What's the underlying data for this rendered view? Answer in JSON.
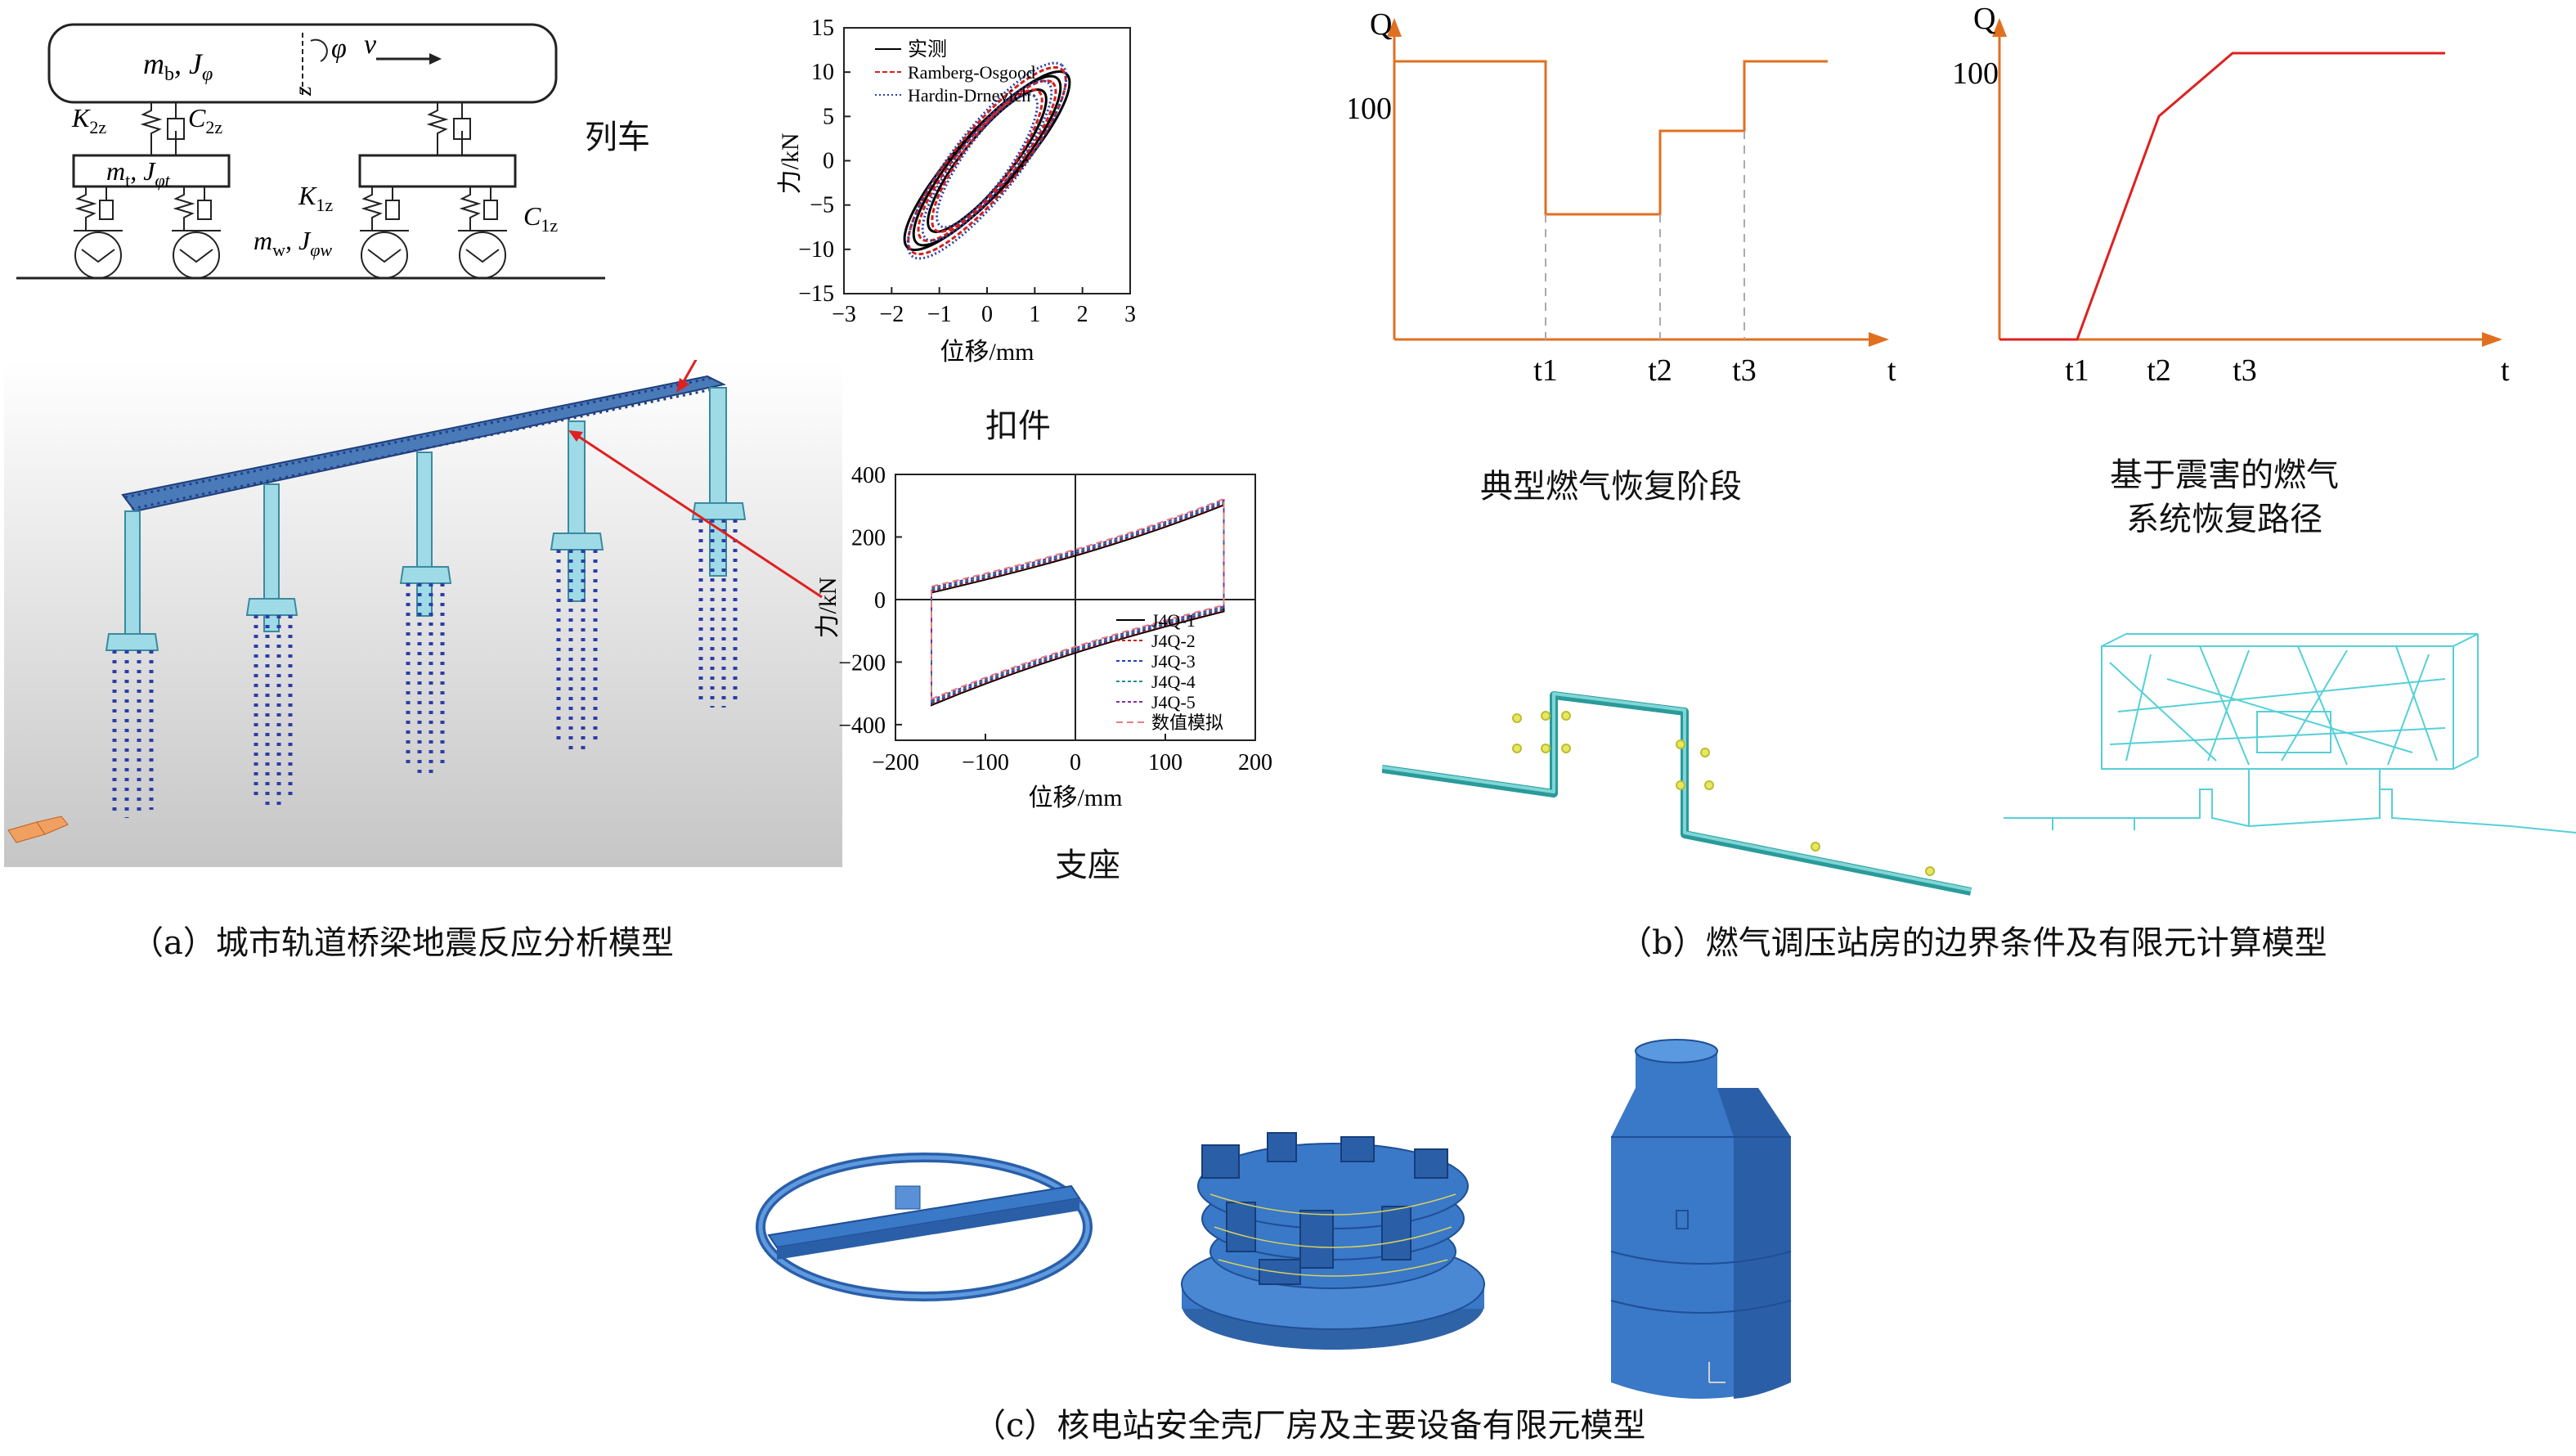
{
  "panel_a": {
    "caption": "（a）城市轨道桥梁地震反应分析模型",
    "train_label": "列车",
    "fastener_label": "扣件",
    "bearing_label": "支座",
    "train_model": {
      "body": "m_b, J_φ",
      "rot": "φ",
      "vel": "v",
      "z": "z",
      "k2": "K_2z",
      "c2": "C_2z",
      "bogie": "m_t, J_φt",
      "k1": "K_1z",
      "c1": "C_1z",
      "wheel": "m_w, J_φw"
    },
    "fastener_chart": {
      "type": "line",
      "xlabel": "位移/mm",
      "ylabel": "力/kN",
      "xlim": [
        -3,
        3
      ],
      "ylim": [
        -15,
        15
      ],
      "xticks": [
        "−3",
        "−2",
        "−1",
        "0",
        "1",
        "2",
        "3"
      ],
      "yticks": [
        "15",
        "10",
        "5",
        "0",
        "−5",
        "−10",
        "−15"
      ],
      "legend": [
        "实测",
        "Ramberg-Osgood",
        "Hardin-Drnevich"
      ],
      "colors": {
        "measured": "#000000",
        "ro": "#d42020",
        "hd": "#2a3fa8"
      },
      "series": [
        {
          "name": "实测",
          "loops": [
            [
              1.7,
              10
            ],
            [
              1.2,
              8
            ],
            [
              1.5,
              9.5
            ]
          ]
        },
        {
          "name": "Ramberg-Osgood",
          "loops": [
            [
              1.6,
              10.5
            ],
            [
              1.1,
              8
            ],
            [
              1.4,
              9
            ]
          ]
        },
        {
          "name": "Hardin-Drnevich",
          "loops": [
            [
              1.6,
              11
            ],
            [
              1.0,
              7.5
            ],
            [
              1.3,
              9
            ]
          ]
        }
      ]
    },
    "bearing_chart": {
      "type": "line",
      "xlabel": "位移/mm",
      "ylabel": "力/kN",
      "xlim": [
        -200,
        200
      ],
      "ylim": [
        -450,
        400
      ],
      "xticks": [
        "−200",
        "−100",
        "0",
        "100",
        "200"
      ],
      "yticks": [
        "400",
        "200",
        "0",
        "−200",
        "−400"
      ],
      "legend": [
        "J4Q-1",
        "J4Q-2",
        "J4Q-3",
        "J4Q-4",
        "J4Q-5",
        "数值模拟"
      ],
      "legend_colors": [
        "#000000",
        "#c02020",
        "#2040c0",
        "#209090",
        "#8030a0",
        "#e08080"
      ],
      "loop": {
        "x_min": -160,
        "x_max": 165,
        "y_min": -330,
        "y_max": 310
      }
    }
  },
  "panel_b": {
    "caption": "（b）燃气调压站房的边界条件及有限元计算模型",
    "chart_left": {
      "type": "line",
      "title": "典型燃气恢复阶段",
      "ylabel": "Q",
      "xlabel": "t",
      "y_tick": "100",
      "x_ticks": [
        "t1",
        "t2",
        "t3"
      ],
      "color": "#e07020",
      "steps": [
        [
          0,
          100
        ],
        [
          1,
          100
        ],
        [
          1,
          45
        ],
        [
          2,
          45
        ],
        [
          2,
          75
        ],
        [
          3,
          75
        ],
        [
          3,
          100
        ],
        [
          4.2,
          100
        ]
      ]
    },
    "chart_right": {
      "type": "line",
      "title_lines": [
        "基于震害的燃气",
        "系统恢复路径"
      ],
      "ylabel": "Q",
      "xlabel": "t",
      "y_tick": "100",
      "x_ticks": [
        "t1",
        "t2",
        "t3"
      ],
      "color": "#e02020",
      "points": [
        [
          0,
          0
        ],
        [
          1,
          0
        ],
        [
          2,
          78
        ],
        [
          3,
          100
        ],
        [
          4.2,
          100
        ]
      ]
    }
  },
  "panel_c": {
    "caption": "（c）核电站安全壳厂房及主要设备有限元模型"
  },
  "colors": {
    "accent_orange": "#e07020",
    "accent_red": "#e02020",
    "model_blue": "#3a78c8",
    "bridge_cyan": "#8ad4e0",
    "wire_cyan": "#55d0d8"
  }
}
